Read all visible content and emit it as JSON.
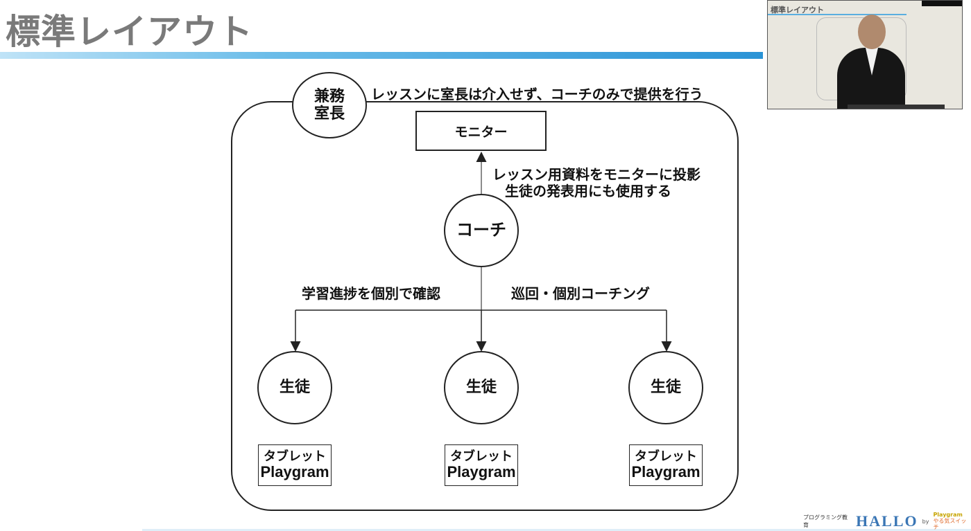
{
  "slide": {
    "title": "標準レイアウト"
  },
  "diagram": {
    "manager": {
      "line1": "兼務",
      "line2": "室長"
    },
    "manager_note": "レッスンに室長は介入せず、コーチのみで提供を行う",
    "monitor": "モニター",
    "monitor_note": {
      "line1": "レッスン用資料をモニターに投影",
      "line2": "生徒の発表用にも使用する"
    },
    "coach": "コーチ",
    "left_note": "学習進捗を個別で確認",
    "right_note": "巡回・個別コーチング",
    "students": [
      {
        "label": "生徒",
        "device_line1": "タブレット",
        "device_line2": "Playgram"
      },
      {
        "label": "生徒",
        "device_line1": "タブレット",
        "device_line2": "Playgram"
      },
      {
        "label": "生徒",
        "device_line1": "タブレット",
        "device_line2": "Playgram"
      }
    ]
  },
  "video_inset": {
    "slide_title": "標準レイアウト"
  },
  "footer": {
    "caption": "プログラミング教育",
    "brand": "HALLO",
    "by": "by",
    "partner_line1": "Playgram",
    "partner_line2": "やる気スイッチ"
  },
  "colors": {
    "accent": "#2a93d6",
    "title_gray": "#7a7a7a",
    "brand_blue": "#3a76b5"
  }
}
